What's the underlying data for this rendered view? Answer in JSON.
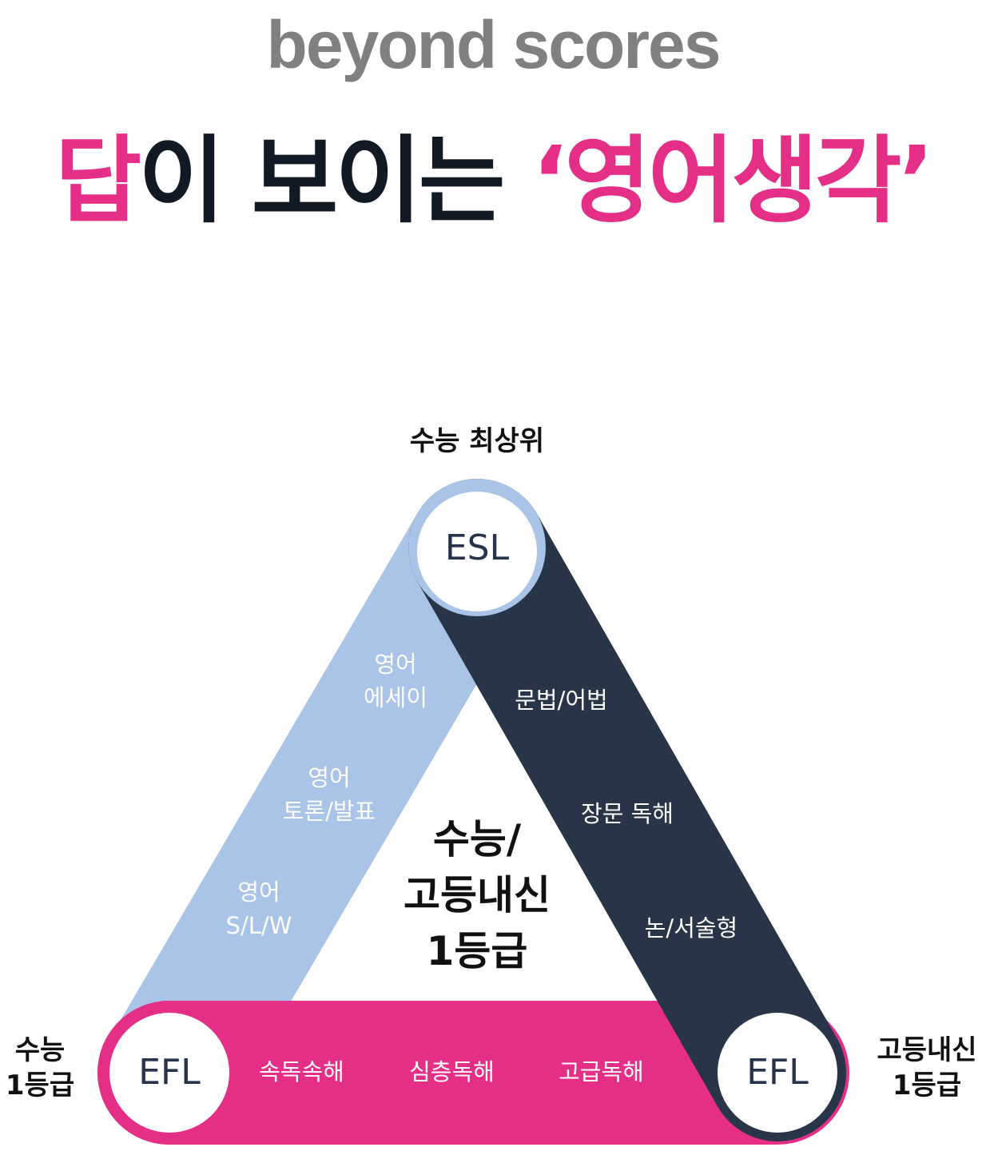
{
  "header": {
    "subtitle": "beyond scores",
    "title_pink_1": "답",
    "title_dark": "이 보이는 ",
    "title_pink_2": "‘영어생각’"
  },
  "colors": {
    "esl": "#a9c4e6",
    "efl_right": "#283548",
    "efl_bottom": "#e52f87"
  },
  "nodes": {
    "top": "ESL",
    "bottom_left": "EFL",
    "bottom_right": "EFL"
  },
  "labels": {
    "top": "수능 최상위",
    "left_1": "수능",
    "left_2": "1등급",
    "right_1": "고등내신",
    "right_2": "1등급"
  },
  "center": {
    "line1": "수능/",
    "line2": "고등내신",
    "line3": "1등급"
  },
  "left_band": [
    {
      "l1": "영어",
      "l2": "에세이"
    },
    {
      "l1": "영어",
      "l2": "토론/발표"
    },
    {
      "l1": "영어",
      "l2": "S/L/W"
    }
  ],
  "right_band": [
    "문법/어법",
    "장문 독해",
    "논/서술형"
  ],
  "bottom_band": [
    "속독속해",
    "심층독해",
    "고급독해"
  ]
}
